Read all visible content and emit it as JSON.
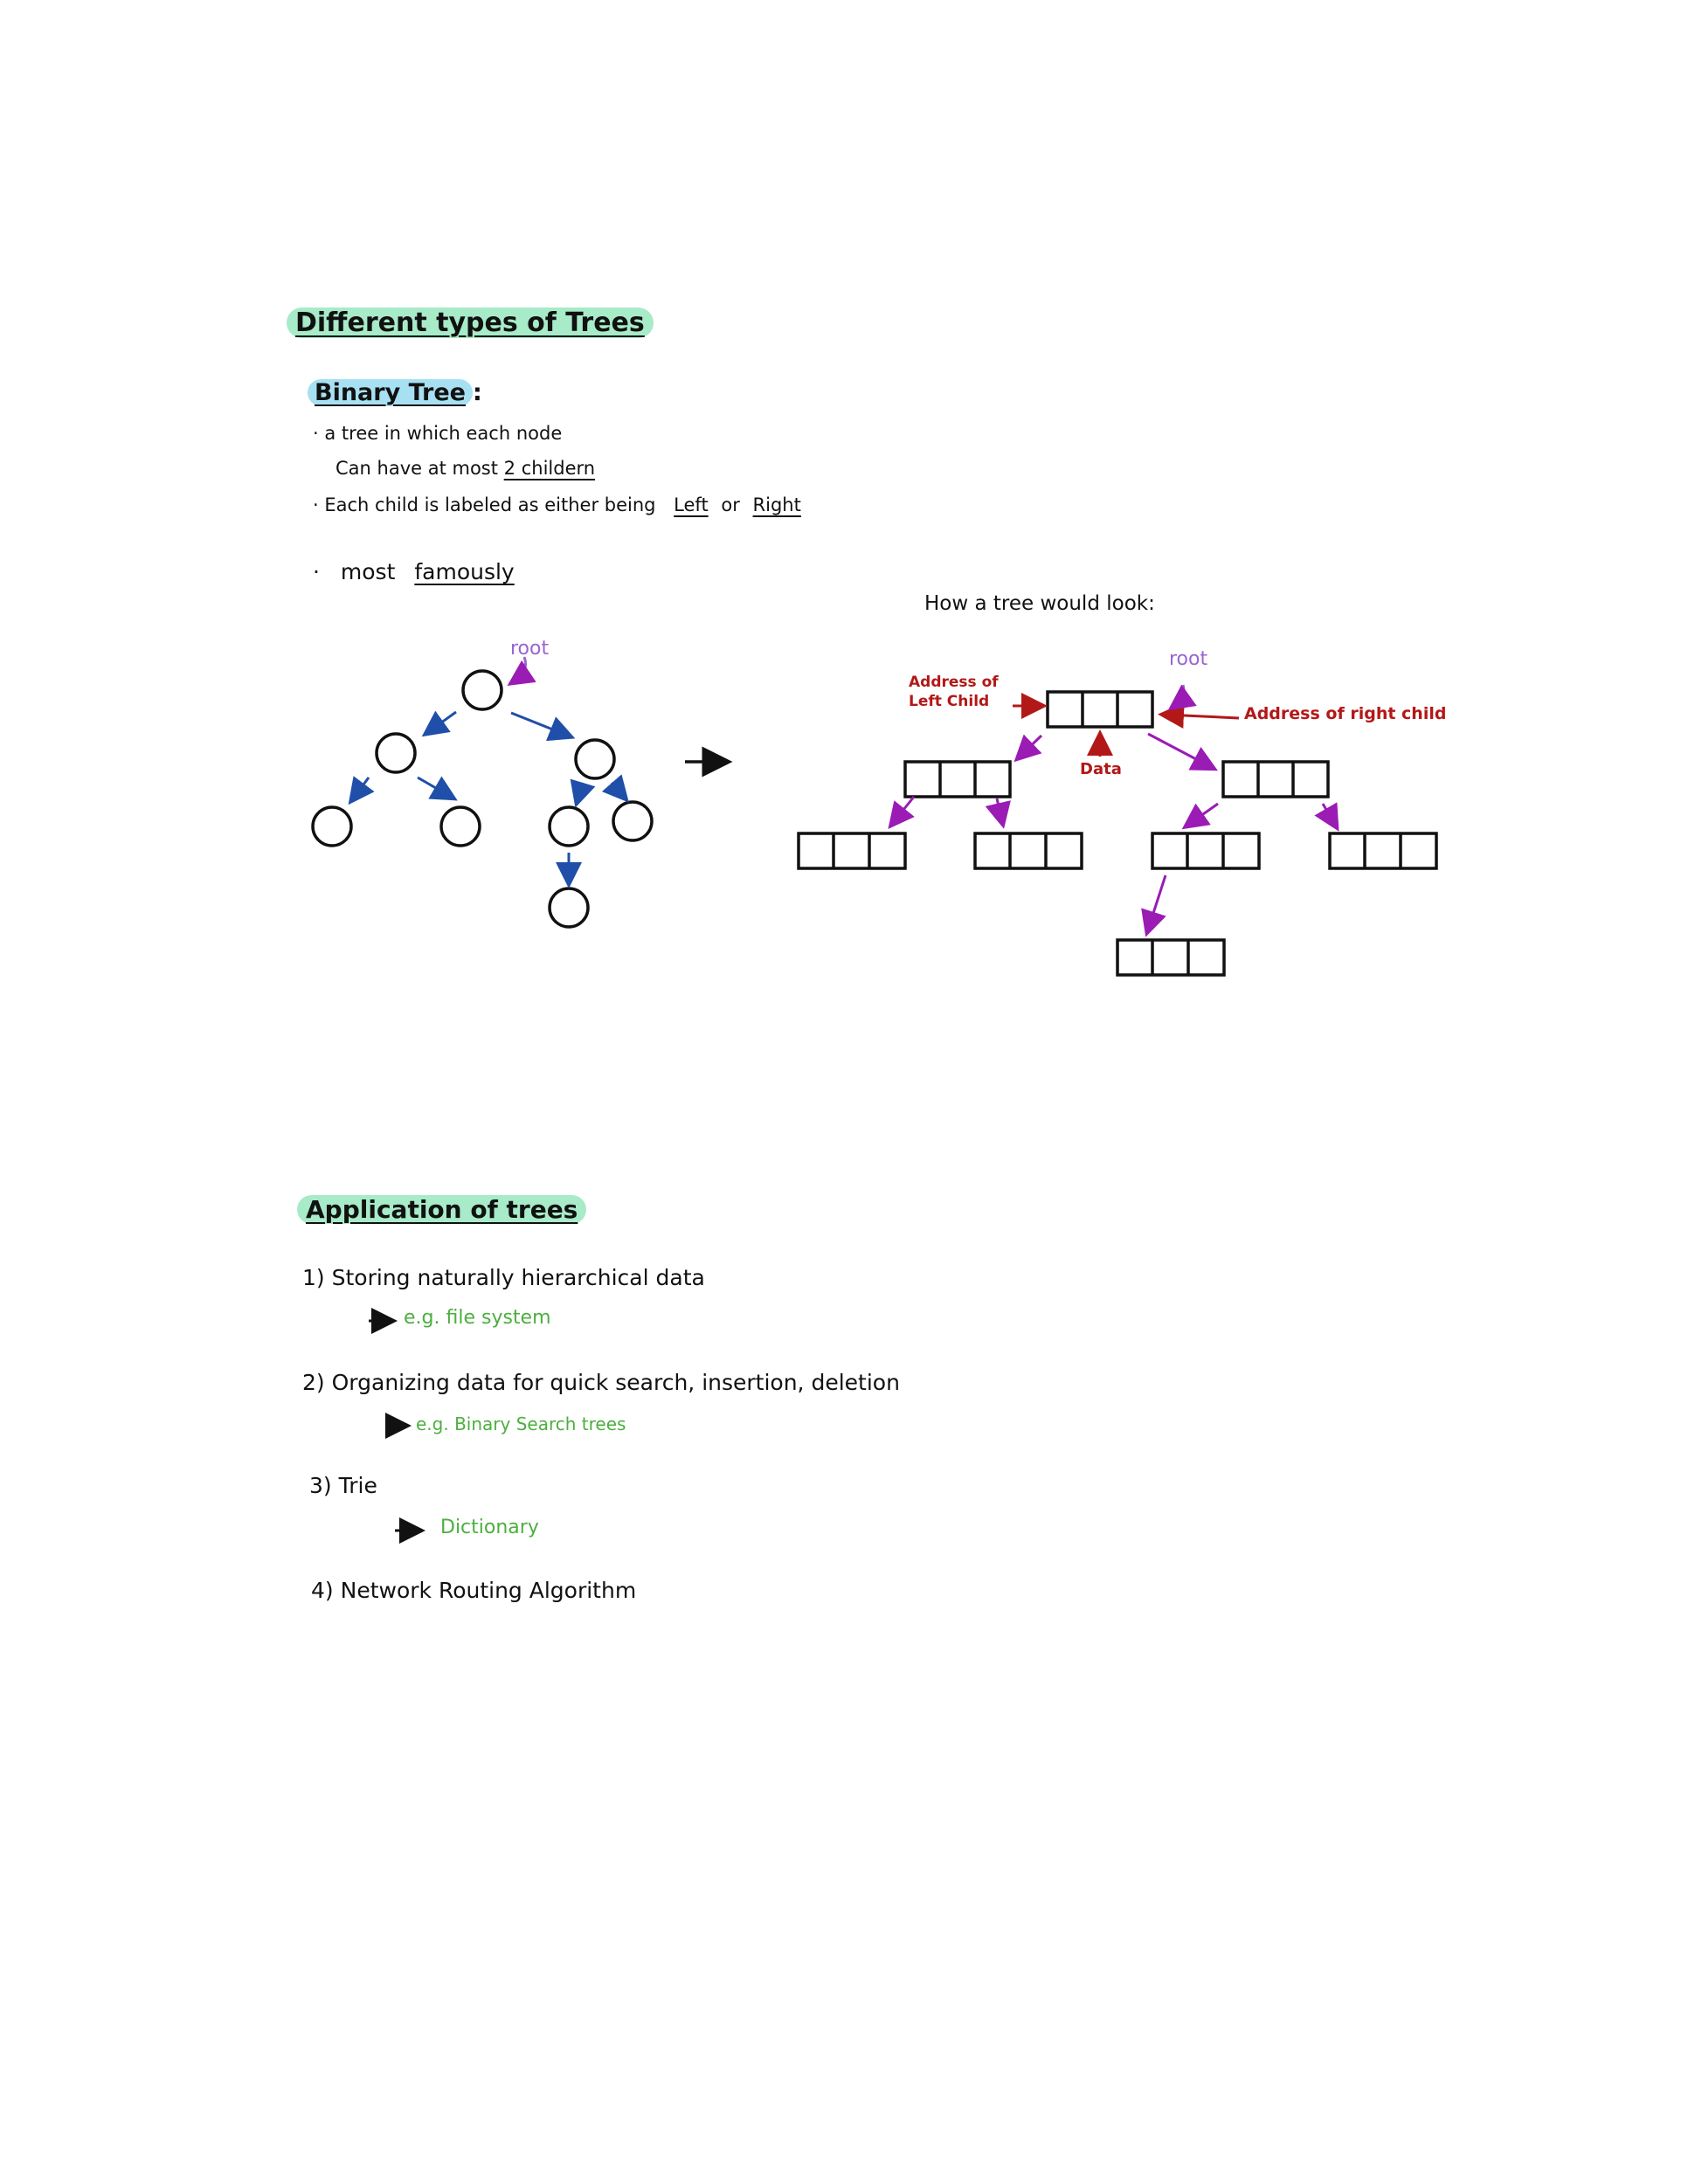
{
  "section1": {
    "title": "Different types of Trees",
    "subtitle": "Binary Tree",
    "subtitle_colon": ":",
    "bullet1_line1": "a tree in which each node",
    "bullet1_line2_pre": "Can have at most",
    "bullet1_line2_emph": "2 childern",
    "bullet2_pre": "Each child is labeled as either being",
    "bullet2_left": "Left",
    "bullet2_or": "or",
    "bullet2_right": "Right",
    "bullet3_pre": "most",
    "bullet3_emph": "famously"
  },
  "diagram": {
    "caption": "How a tree would look:",
    "root_label_left": "root",
    "root_label_right": "root",
    "left_address_line1": "Address of",
    "left_address_line2": "Left Child",
    "right_address": "Address of right child",
    "data_label": "Data",
    "colors": {
      "node_stroke": "#111111",
      "tree_arrow": "#1f4fa8",
      "pointer_arrow": "#9b1bb5",
      "annotation_red": "#b31818",
      "root_label": "#9a64d2"
    }
  },
  "section2": {
    "title": "Application of trees",
    "items": [
      {
        "num": "1)",
        "text": "Storing naturally hierarchical data",
        "example": "e.g. file system"
      },
      {
        "num": "2)",
        "text": "Organizing data for quick search, insertion, deletion",
        "example": "e.g. Binary Search trees"
      },
      {
        "num": "3)",
        "text": "Trie",
        "example": "Dictionary"
      },
      {
        "num": "4)",
        "text": "Network Routing Algorithm",
        "example": ""
      }
    ]
  }
}
